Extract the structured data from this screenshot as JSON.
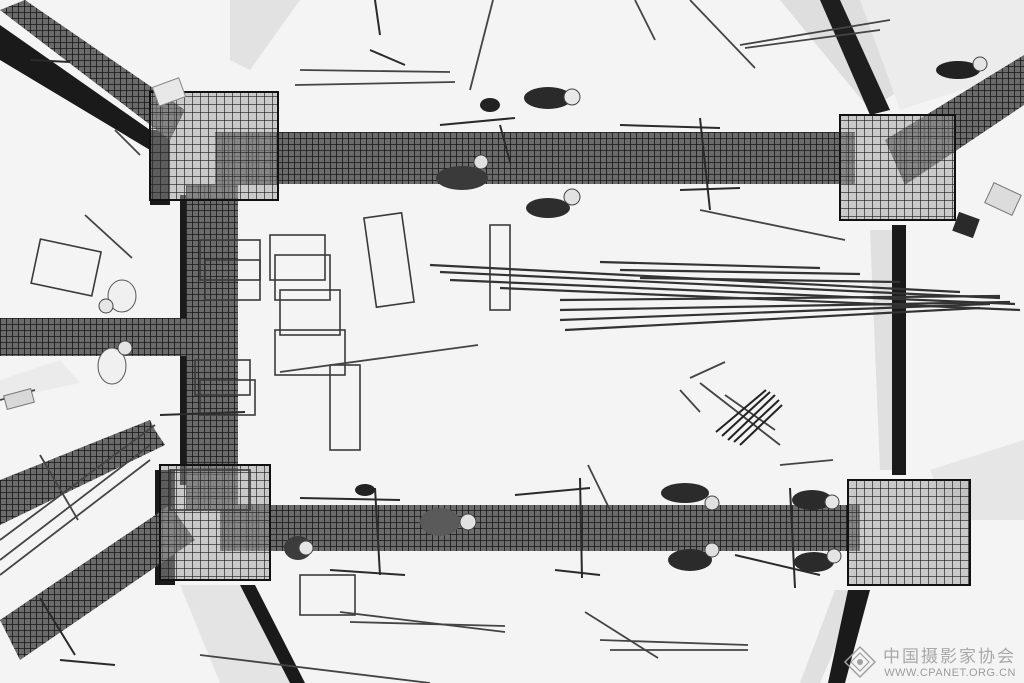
{
  "photo": {
    "subject": "aerial view of rebar cage foundation beams with construction workers",
    "palette": {
      "ground": "#f4f4f4",
      "ground_shadow": "#dcdcdc",
      "rebar": "#2b2b2b",
      "rebar_dark": "#151515",
      "trench": "#1a1a1a",
      "helmet": "#e6e6e6"
    }
  },
  "watermark": {
    "org_name": "中国摄影家协会",
    "url": "WWW.CPANET.ORG.CN"
  }
}
